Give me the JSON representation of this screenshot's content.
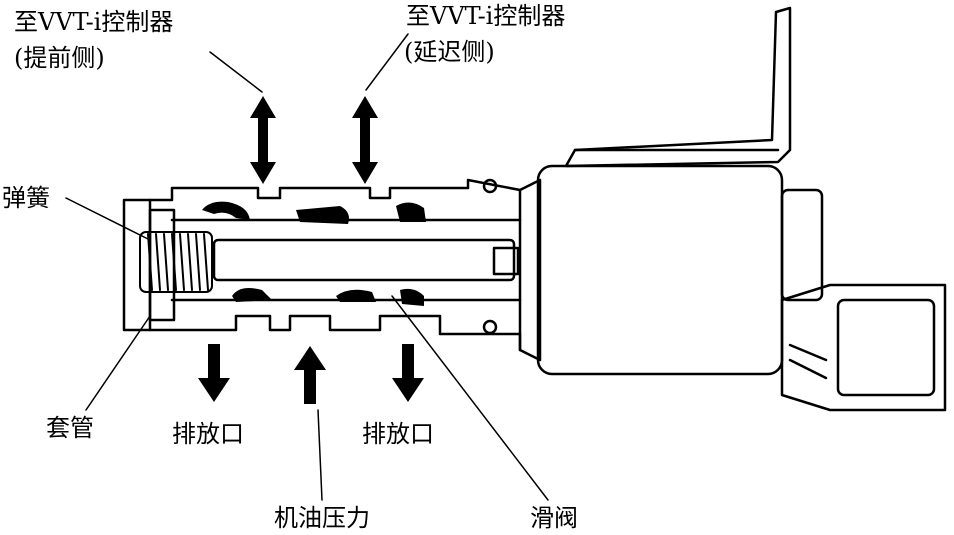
{
  "labels": {
    "vvt_advance": {
      "line1": "至VVT-i控制器",
      "line2": "(提前侧)"
    },
    "vvt_retard": {
      "line1": "至VVT-i控制器",
      "line2": "(延迟侧)"
    },
    "spring": "弹簧",
    "sleeve": "套管",
    "drain_left": "排放口",
    "drain_right": "排放口",
    "oil_pressure": "机油压力",
    "spool_valve": "滑阀"
  },
  "colors": {
    "ink": "#000000",
    "paper": "#ffffff"
  }
}
